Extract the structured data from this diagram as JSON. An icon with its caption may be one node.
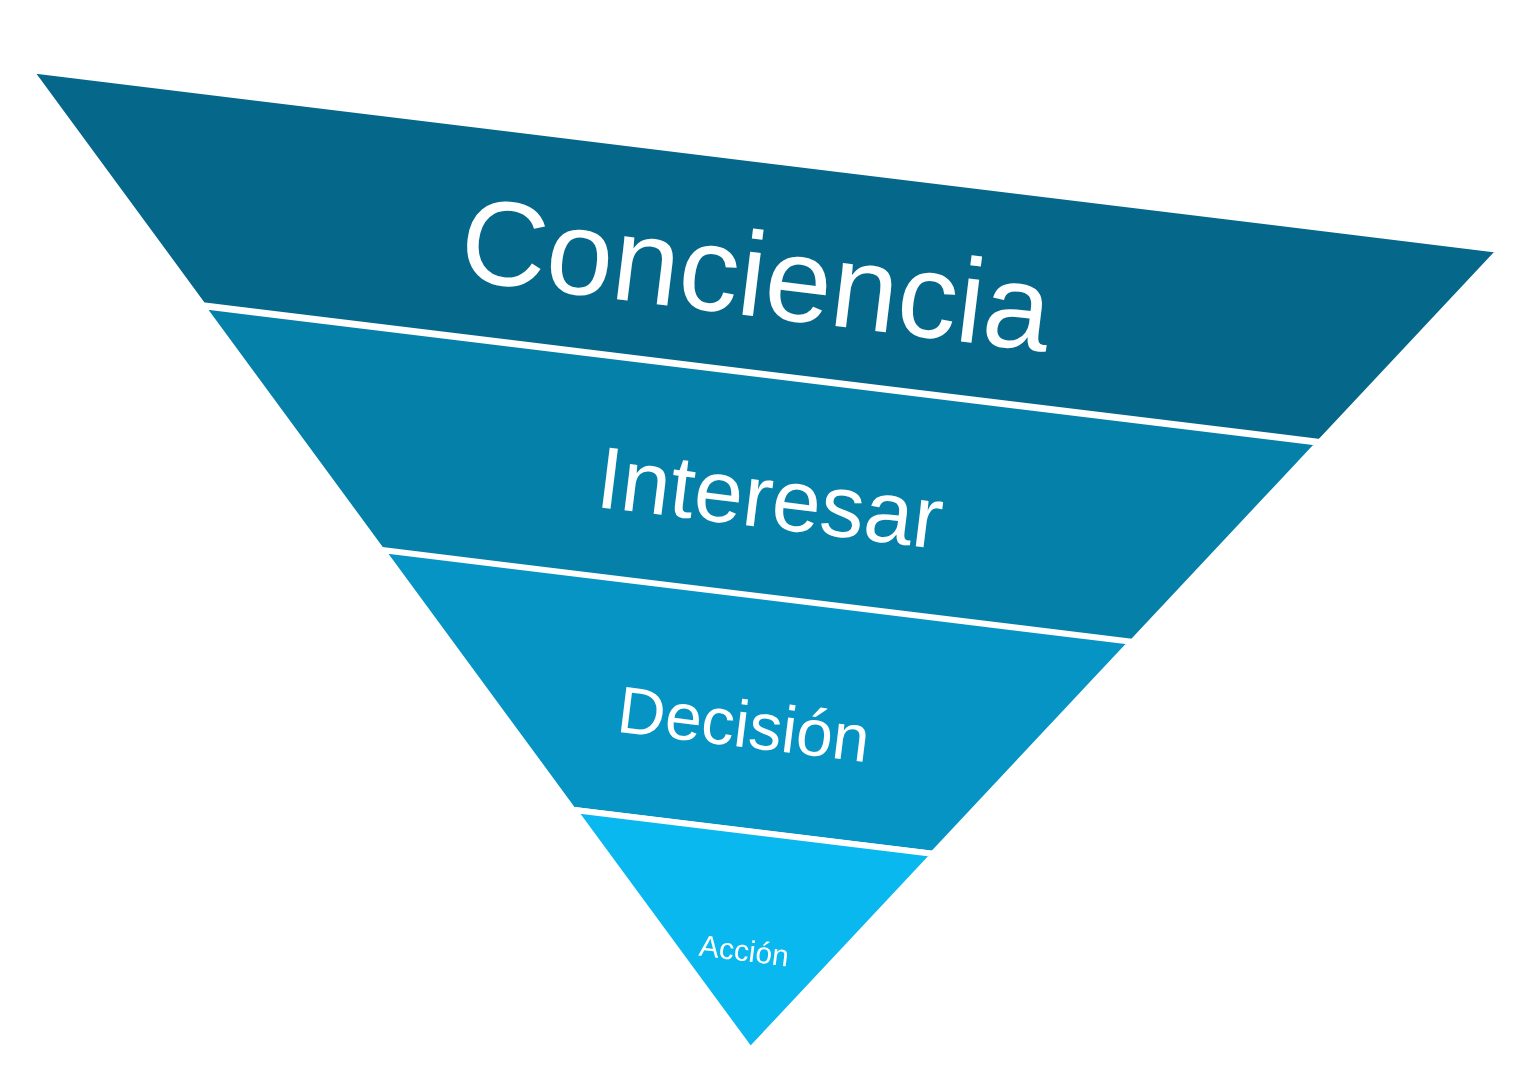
{
  "diagram": {
    "nodes": [
      {
        "text": [
          "Conciencia"
        ]
      },
      {
        "text": [
          "Interesar"
        ]
      },
      {
        "text": [
          "Decisión"
        ]
      },
      {
        "text": [
          "Acción"
        ]
      }
    ]
  }
}
